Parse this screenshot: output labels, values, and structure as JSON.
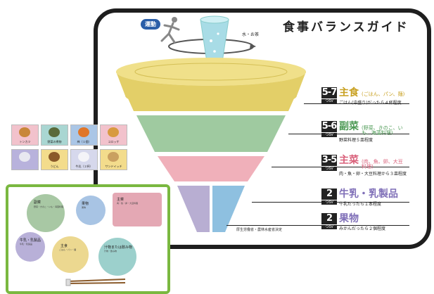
{
  "guide": {
    "title": "食事バランスガイド",
    "exercise_label": "運動",
    "water_label": "水・お茶",
    "source_note": "厚生労働省・農林水産省決定"
  },
  "categories": [
    {
      "sv": "5-7",
      "unit": "つSV",
      "name": "主食",
      "note": "(ごはん、パン、麺)",
      "desc": "ごはん(中盛り)だったら４杯程度",
      "color": "#e3cf68",
      "name_color": "#c8a020"
    },
    {
      "sv": "5-6",
      "unit": "つSV",
      "name": "副菜",
      "note": "(野菜、きのこ、いも、海藻料理)",
      "desc": "野菜料理５皿程度",
      "color": "#9fcaa0",
      "name_color": "#4d9a55"
    },
    {
      "sv": "3-5",
      "unit": "つSV",
      "name": "主菜",
      "note": "(肉、魚、卵、大豆料理)",
      "desc": "肉・魚・卵・大豆料理から３皿程度",
      "color": "#f0b0ba",
      "name_color": "#d9607a"
    },
    {
      "sv": "2",
      "unit": "つSV",
      "name": "牛乳・乳製品",
      "note": "",
      "desc": "牛乳だったら１本程度",
      "color": "#b8aed2",
      "name_color": "#8070b8"
    },
    {
      "sv": "2",
      "unit": "つSV",
      "name": "果物",
      "note": "",
      "desc": "みかんだったら２個程度",
      "color": "#8ec0e0",
      "name_color": "#8070b8"
    }
  ],
  "food_cards": [
    {
      "label": "トンカツ",
      "bg": "#f2c2cc",
      "icon": "#c8873a"
    },
    {
      "label": "野菜の煮物",
      "bg": "#a9d6d2",
      "icon": "#5a6a3a"
    },
    {
      "label": "柿（１個）",
      "bg": "#aac6e6",
      "icon": "#e0762a"
    },
    {
      "label": "コロッケ",
      "bg": "#f2c2cc",
      "icon": "#d89a40"
    },
    {
      "label": "",
      "bg": "#b8b2dc",
      "icon": "#e8e8f0"
    },
    {
      "label": "うどん",
      "bg": "#f3dc8c",
      "icon": "#8a5a2a"
    },
    {
      "label": "牛乳（２杯）",
      "bg": "#d6d8ec",
      "icon": "#f4f4f8"
    },
    {
      "label": "サンドイッチ",
      "bg": "#f3dc8c",
      "icon": "#caa060"
    }
  ],
  "mat": {
    "plates": [
      {
        "label": "副菜",
        "sub": "野菜・きのこ・いも・海藻料理",
        "color": "#a8c8a4"
      },
      {
        "label": "果物",
        "sub": "果物",
        "color": "#a8c4e4"
      },
      {
        "label": "主菜",
        "sub": "肉・魚・卵・大豆料理",
        "color": "#e4a8b4"
      },
      {
        "label": "牛乳・乳製品",
        "sub": "牛乳・乳製品",
        "color": "#b8b0d8"
      },
      {
        "label": "主食",
        "sub": "ごはん・パン・麺",
        "color": "#ecd890"
      },
      {
        "label": "汁物または飲み物",
        "sub": "汁物・飲み物",
        "color": "#9cd0cc"
      }
    ]
  }
}
